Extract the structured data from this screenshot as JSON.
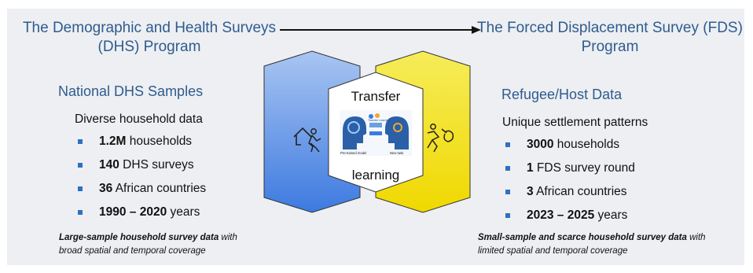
{
  "top": {
    "left_title_line1": "The Demographic and Health Surveys",
    "left_title_line2": "(DHS) Program",
    "right_title_line1": "The Forced Displacement Survey (FDS)",
    "right_title_line2": "Program"
  },
  "left": {
    "heading": "National DHS Samples",
    "lead": "Diverse household data",
    "items": [
      {
        "bold": "1.2M",
        "rest": " households"
      },
      {
        "bold": "140",
        "rest": " DHS surveys"
      },
      {
        "bold": "36",
        "rest": " African countries"
      },
      {
        "bold": "1990 – 2020",
        "rest": " years"
      }
    ],
    "note_bold": "Large-sample household survey data",
    "note_rest1": " with",
    "note_line2": "broad spatial and temporal coverage"
  },
  "right": {
    "heading": "Refugee/Host Data",
    "lead": "Unique settlement patterns",
    "items": [
      {
        "bold": "3000",
        "rest": " households"
      },
      {
        "bold": "1",
        "rest": " FDS survey round"
      },
      {
        "bold": "3",
        "rest": " African countries"
      },
      {
        "bold": "2023 – 2025",
        "rest": " years"
      }
    ],
    "note_bold": "Small-sample and scarce household survey data",
    "note_rest1": " with",
    "note_line2": "limited spatial and temporal coverage"
  },
  "center": {
    "word_top": "Transfer",
    "word_bottom": "learning",
    "graphic_label_left": "Pre-trained model",
    "graphic_label_right": "New task",
    "graphic_label_mid": "Transfer Learning"
  },
  "colors": {
    "title_blue": "#2f5b8f",
    "hex_blue": "#5a8fe6",
    "hex_yellow": "#f3e21d",
    "bullet_blue": "#2f6fc4"
  },
  "icons": [
    "household-displaced-icon",
    "refugee-migrant-icon",
    "transfer-learning-illustration",
    "arrow-right-icon"
  ]
}
